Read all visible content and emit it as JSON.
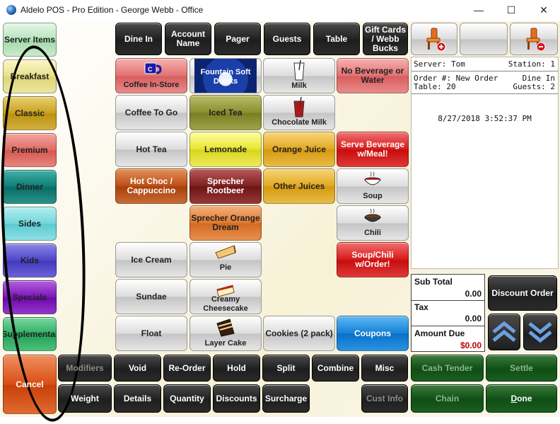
{
  "window": {
    "title": "Aldelo POS - Pro Edition - George Webb - Office",
    "minimize": "—",
    "maximize": "☐",
    "close": "✕"
  },
  "categories": [
    {
      "label": "Server Items",
      "color": "mint"
    },
    {
      "label": "Breakfast",
      "color": "cream"
    },
    {
      "label": "Classic",
      "color": "mustard"
    },
    {
      "label": "Premium",
      "color": "salmon"
    },
    {
      "label": "Dinner",
      "color": "teal"
    },
    {
      "label": "Sides",
      "color": "cyan"
    },
    {
      "label": "Kids",
      "color": "indigo"
    },
    {
      "label": "Specials",
      "color": "purple"
    },
    {
      "label": "Supplemental",
      "color": "green"
    },
    {
      "label": "Cancel",
      "color": "cancel"
    }
  ],
  "top_actions": {
    "dine_in": "Dine In",
    "account_name": "Account Name",
    "pager": "Pager",
    "guests": "Guests",
    "table": "Table",
    "gift_cards": "Gift Cards / Webb Bucks"
  },
  "items": {
    "coffee_in_store": "Coffee In-Store",
    "fountain_soft_drinks": "Fountain Soft Drinks",
    "milk": "Milk",
    "no_beverage": "No Beverage or Water",
    "coffee_to_go": "Coffee To Go",
    "iced_tea": "Iced Tea",
    "chocolate_milk": "Chocolate Milk",
    "hot_tea": "Hot Tea",
    "lemonade": "Lemonade",
    "orange_juice": "Orange Juice",
    "serve_beverage": "Serve Beverage w/Meal!",
    "hot_choc": "Hot Choc / Cappuccino",
    "sprecher_rootbeer": "Sprecher Rootbeer",
    "other_juices": "Other Juices",
    "soup": "Soup",
    "sprecher_orange": "Sprecher Orange Dream",
    "chili": "Chili",
    "ice_cream": "Ice Cream",
    "pie": "Pie",
    "soup_chili_order": "Soup/Chili w/Order!",
    "sundae": "Sundae",
    "creamy_cheesecake": "Creamy Cheesecake",
    "float": "Float",
    "layer_cake": "Layer Cake",
    "cookies": "Cookies (2 pack)",
    "coupons": "Coupons"
  },
  "bottom_row1": {
    "modifiers": "Modifiers",
    "void": "Void",
    "reorder": "Re-Order",
    "hold": "Hold",
    "split": "Split",
    "combine": "Combine",
    "misc": "Misc"
  },
  "bottom_row2": {
    "weight": "Weight",
    "details": "Details",
    "quantity": "Quantity",
    "discounts": "Discounts",
    "surcharge": "Surcharge",
    "cust_info": "Cust Info"
  },
  "order": {
    "server_label": "Server:",
    "server": "Tom",
    "station_label": "Station:",
    "station": "1",
    "order_label": "Order #:",
    "order": "New Order",
    "order_type": "Dine In",
    "table_label": "Table:",
    "table": "20",
    "guests_label": "Guests:",
    "guests": "2",
    "datetime": "8/27/2018 3:52:37 PM"
  },
  "totals": {
    "subtotal_label": "Sub Total",
    "subtotal": "0.00",
    "tax_label": "Tax",
    "tax": "0.00",
    "amount_due_label": "Amount Due",
    "amount_due": "$0.00"
  },
  "right_actions": {
    "discount_order": "Discount Order",
    "cash_tender": "Cash Tender",
    "settle": "Settle",
    "chain": "Chain",
    "done_d": "D",
    "done_rest": "one"
  },
  "colors": {
    "amount_due": "#c00000",
    "annotation_oval": "#000000"
  }
}
